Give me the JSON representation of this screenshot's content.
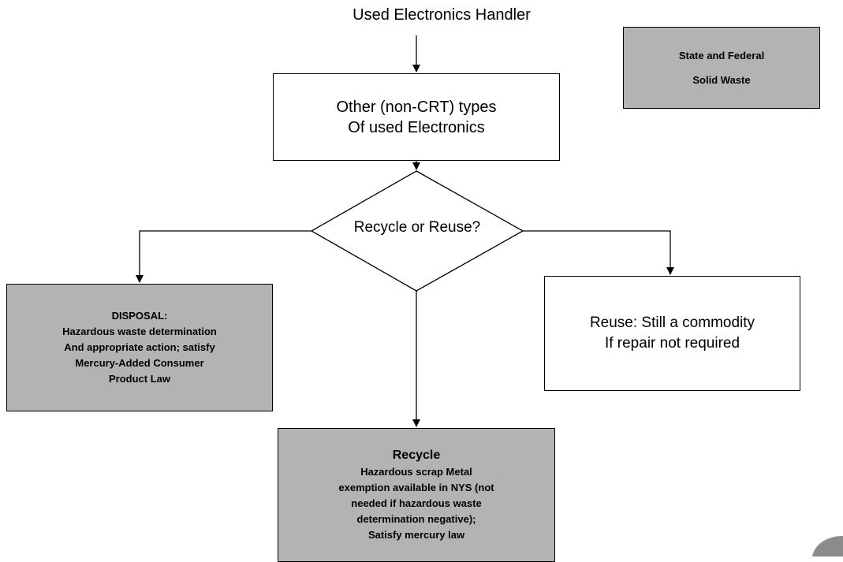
{
  "title": "Used Electronics Handler",
  "legend": {
    "lines": [
      "State and Federal",
      "Solid Waste"
    ]
  },
  "nodes": {
    "other": {
      "lines": [
        "Other (non-CRT) types",
        "Of used Electronics"
      ]
    },
    "decision": {
      "label": "Recycle or Reuse?"
    },
    "disposal": {
      "lines": [
        "DISPOSAL:",
        "Hazardous waste determination",
        "And appropriate action; satisfy",
        "Mercury-Added Consumer",
        "Product Law"
      ]
    },
    "reuse": {
      "lines": [
        "Reuse:  Still a commodity",
        "If repair not required"
      ]
    },
    "recycle": {
      "heading": "Recycle",
      "lines": [
        "Hazardous scrap Metal",
        "exemption available in NYS (not",
        "needed if  hazardous waste",
        "determination negative);",
        "Satisfy mercury law"
      ]
    }
  },
  "colors": {
    "state_federal_fill": "#b3b3b3",
    "outline": "#000000",
    "plain_fill": "#ffffff"
  }
}
